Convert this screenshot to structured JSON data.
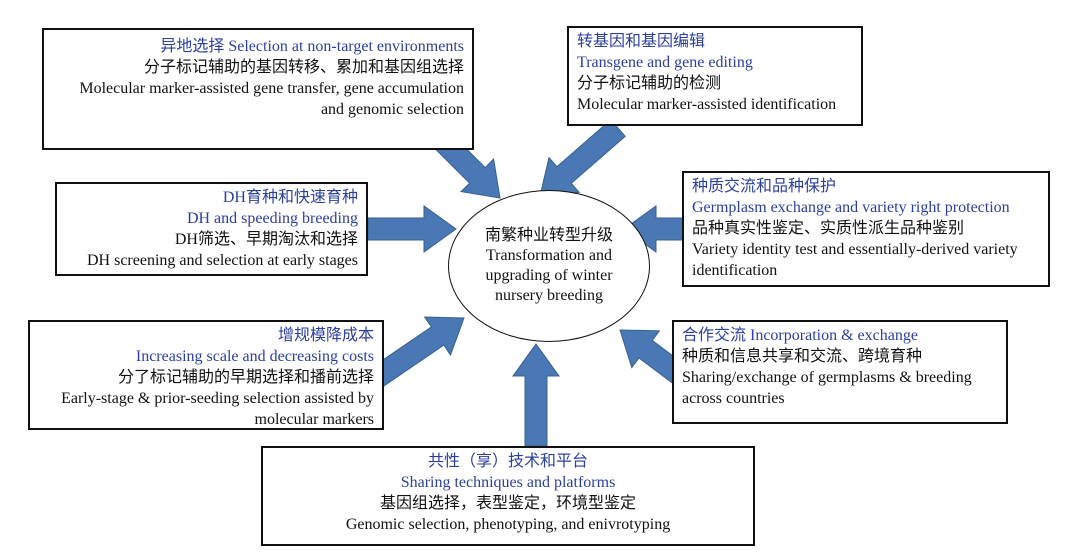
{
  "colors": {
    "heading_blue": "#2b3fa0",
    "arrow_fill": "#4a78b5",
    "text": "#111111"
  },
  "center": {
    "zh": "南繁种业转型升级",
    "en": [
      "Transformation and",
      "upgrading of winter",
      "nursery breeding"
    ]
  },
  "boxes": {
    "offsite": {
      "title_line": "异地选择 Selection at non-target environments",
      "lines": [
        "分子标记辅助的基因转移、累加和基因组选择",
        "Molecular marker-assisted gene transfer, gene accumulation",
        "and genomic selection"
      ]
    },
    "transgene": {
      "title_zh": "转基因和基因编辑",
      "title_en": "Transgene and gene editing",
      "lines": [
        "分子标记辅助的检测",
        "Molecular marker-assisted identification"
      ]
    },
    "dh": {
      "title_zh": "DH育种和快速育种",
      "title_en": "DH and speeding breeding",
      "lines": [
        "DH筛选、早期淘汰和选择",
        "DH screening and selection at early stages"
      ]
    },
    "germplasm": {
      "title_zh": "种质交流和品种保护",
      "title_en": "Germplasm exchange and variety right protection",
      "lines": [
        "品种真实性鉴定、实质性派生品种鉴别",
        "Variety identity test and essentially-derived variety",
        "identification"
      ]
    },
    "scale": {
      "title_zh": "增规模降成本",
      "title_en": "Increasing scale and decreasing costs",
      "lines": [
        "分了标记辅助的早期选择和播前选择",
        "Early-stage & prior-seeding selection assisted by",
        "molecular markers"
      ]
    },
    "cooperation": {
      "title_line": "合作交流 Incorporation & exchange",
      "lines": [
        "种质和信息共享和交流、跨境育种",
        "Sharing/exchange of germplasms & breeding",
        "across countries"
      ]
    },
    "sharing": {
      "title_zh": "共性（享）技术和平台",
      "title_en": "Sharing techniques and platforms",
      "lines": [
        "基因组选择，表型鉴定，环境型鉴定",
        "Genomic selection, phenotyping, and enivrotyping"
      ]
    }
  }
}
